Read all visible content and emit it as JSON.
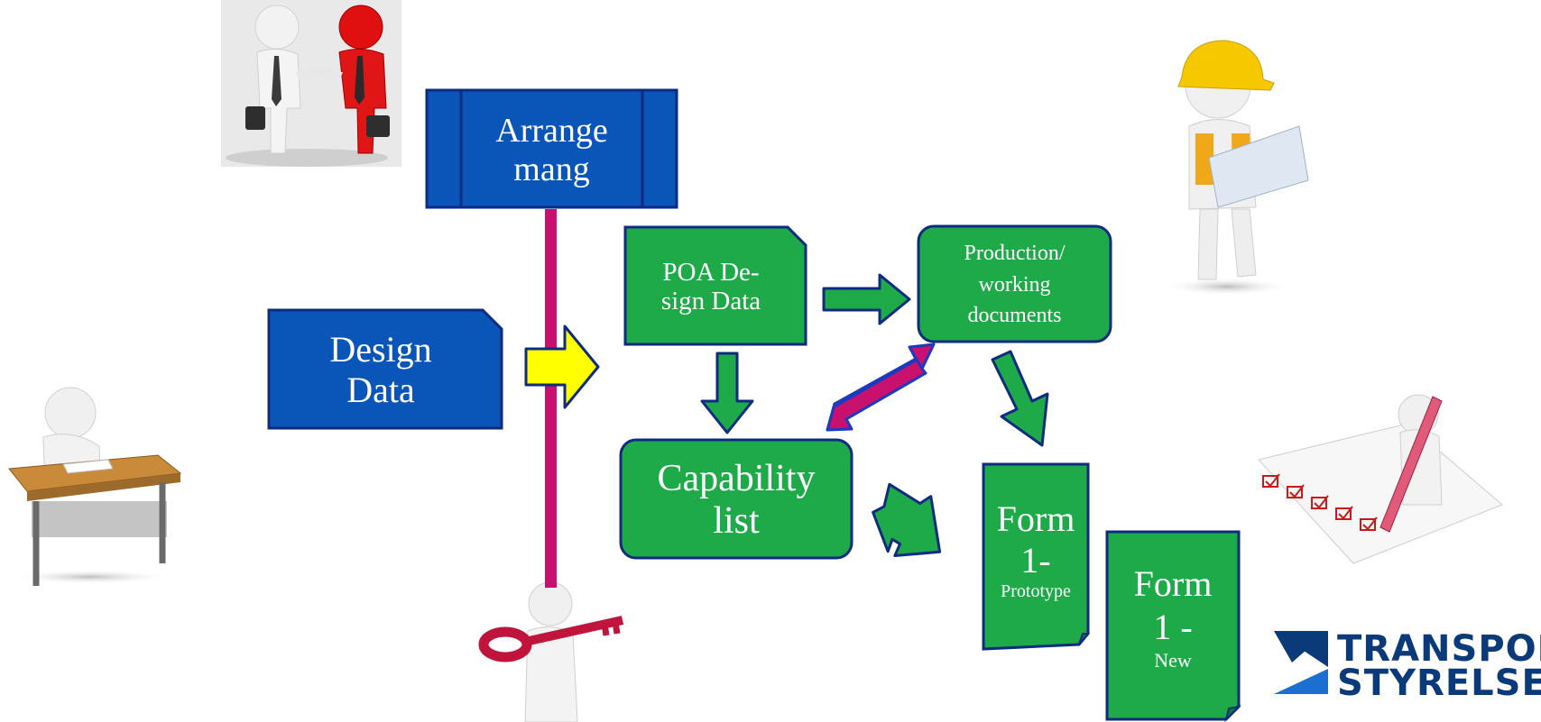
{
  "boxes": {
    "arrangement": {
      "line1": "Arrange",
      "line2": "mang"
    },
    "design_data": {
      "line1": "Design",
      "line2": "Data"
    },
    "poa_design_data": {
      "line1": "POA De-",
      "line2": "sign Data"
    },
    "production_docs": {
      "line1": "Production/",
      "line2": "working",
      "line3": "documents"
    },
    "capability_list": {
      "line1": "Capability",
      "line2": "list"
    },
    "form1_prototype": {
      "line1": "Form",
      "line2": "1-",
      "line3": "Prototype"
    },
    "form1_new": {
      "line1": "Form",
      "line2": "1 -",
      "line3": "New"
    }
  },
  "logo": {
    "line1": "TRANSPORT",
    "line2": "STYRELSEN"
  },
  "colors": {
    "blue_box": "#0a55b8",
    "green_box": "#1faa4a",
    "box_border": "#0d2b80",
    "magenta": "#c8106e",
    "yellow": "#ffff00",
    "logo_blue": "#0b3a7a"
  },
  "illustrations": [
    "handshake-figures",
    "worker-with-blueprint",
    "person-writing-at-desk",
    "person-with-checklist-pencil",
    "person-with-key"
  ]
}
